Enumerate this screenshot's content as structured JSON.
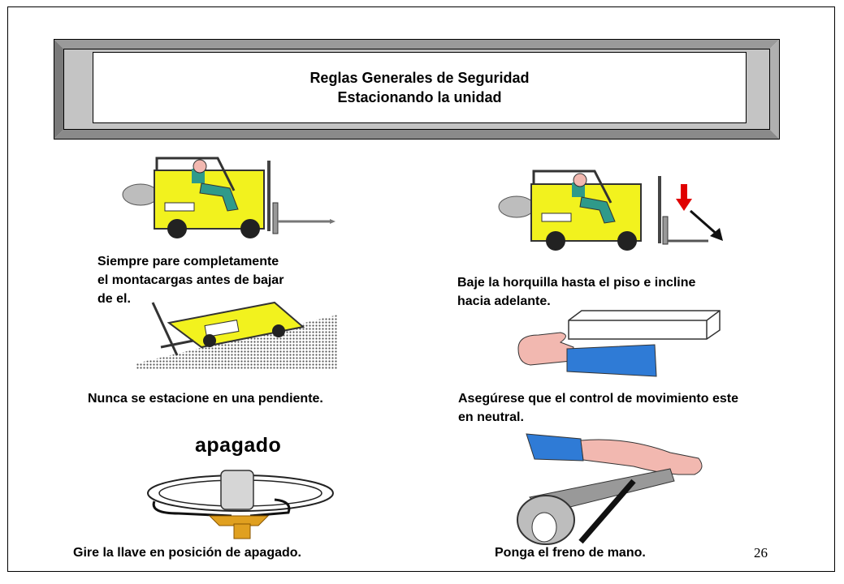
{
  "header": {
    "title_line1": "Reglas Generales de Seguridad",
    "title_line2": "Estacionando la unidad"
  },
  "panels": [
    {
      "caption_lines": [
        "Siempre pare  completamente",
        "el montacargas antes de bajar",
        "de el."
      ],
      "illustration": "forklift-stopped-icon"
    },
    {
      "caption_lines": [
        "Baje la horquilla hasta el piso e incline",
        "hacia adelante."
      ],
      "illustration": "forklift-lower-fork-icon"
    },
    {
      "caption_lines": [
        "Nunca se estacione en   una pendiente."
      ],
      "illustration": "forklift-tipped-slope-icon"
    },
    {
      "caption_lines": [
        "Asegúrese que el control de movimiento este",
        "en neutral."
      ],
      "illustration": "hand-on-control-icon"
    },
    {
      "caption_lines": [
        "Gire la llave en posición de apagado."
      ],
      "label": "apagado",
      "illustration": "ignition-key-icon"
    },
    {
      "caption_lines": [
        "Ponga el freno de mano."
      ],
      "illustration": "hand-brake-icon"
    }
  ],
  "footer": {
    "page_number": "26"
  },
  "colors": {
    "forklift_yellow": "#f2f21e",
    "driver_green": "#2f9a8a",
    "arrow_red": "#e00000",
    "sleeve_blue": "#2f7bd6",
    "skin": "#f2b8b0",
    "key_orange": "#e0a020"
  }
}
